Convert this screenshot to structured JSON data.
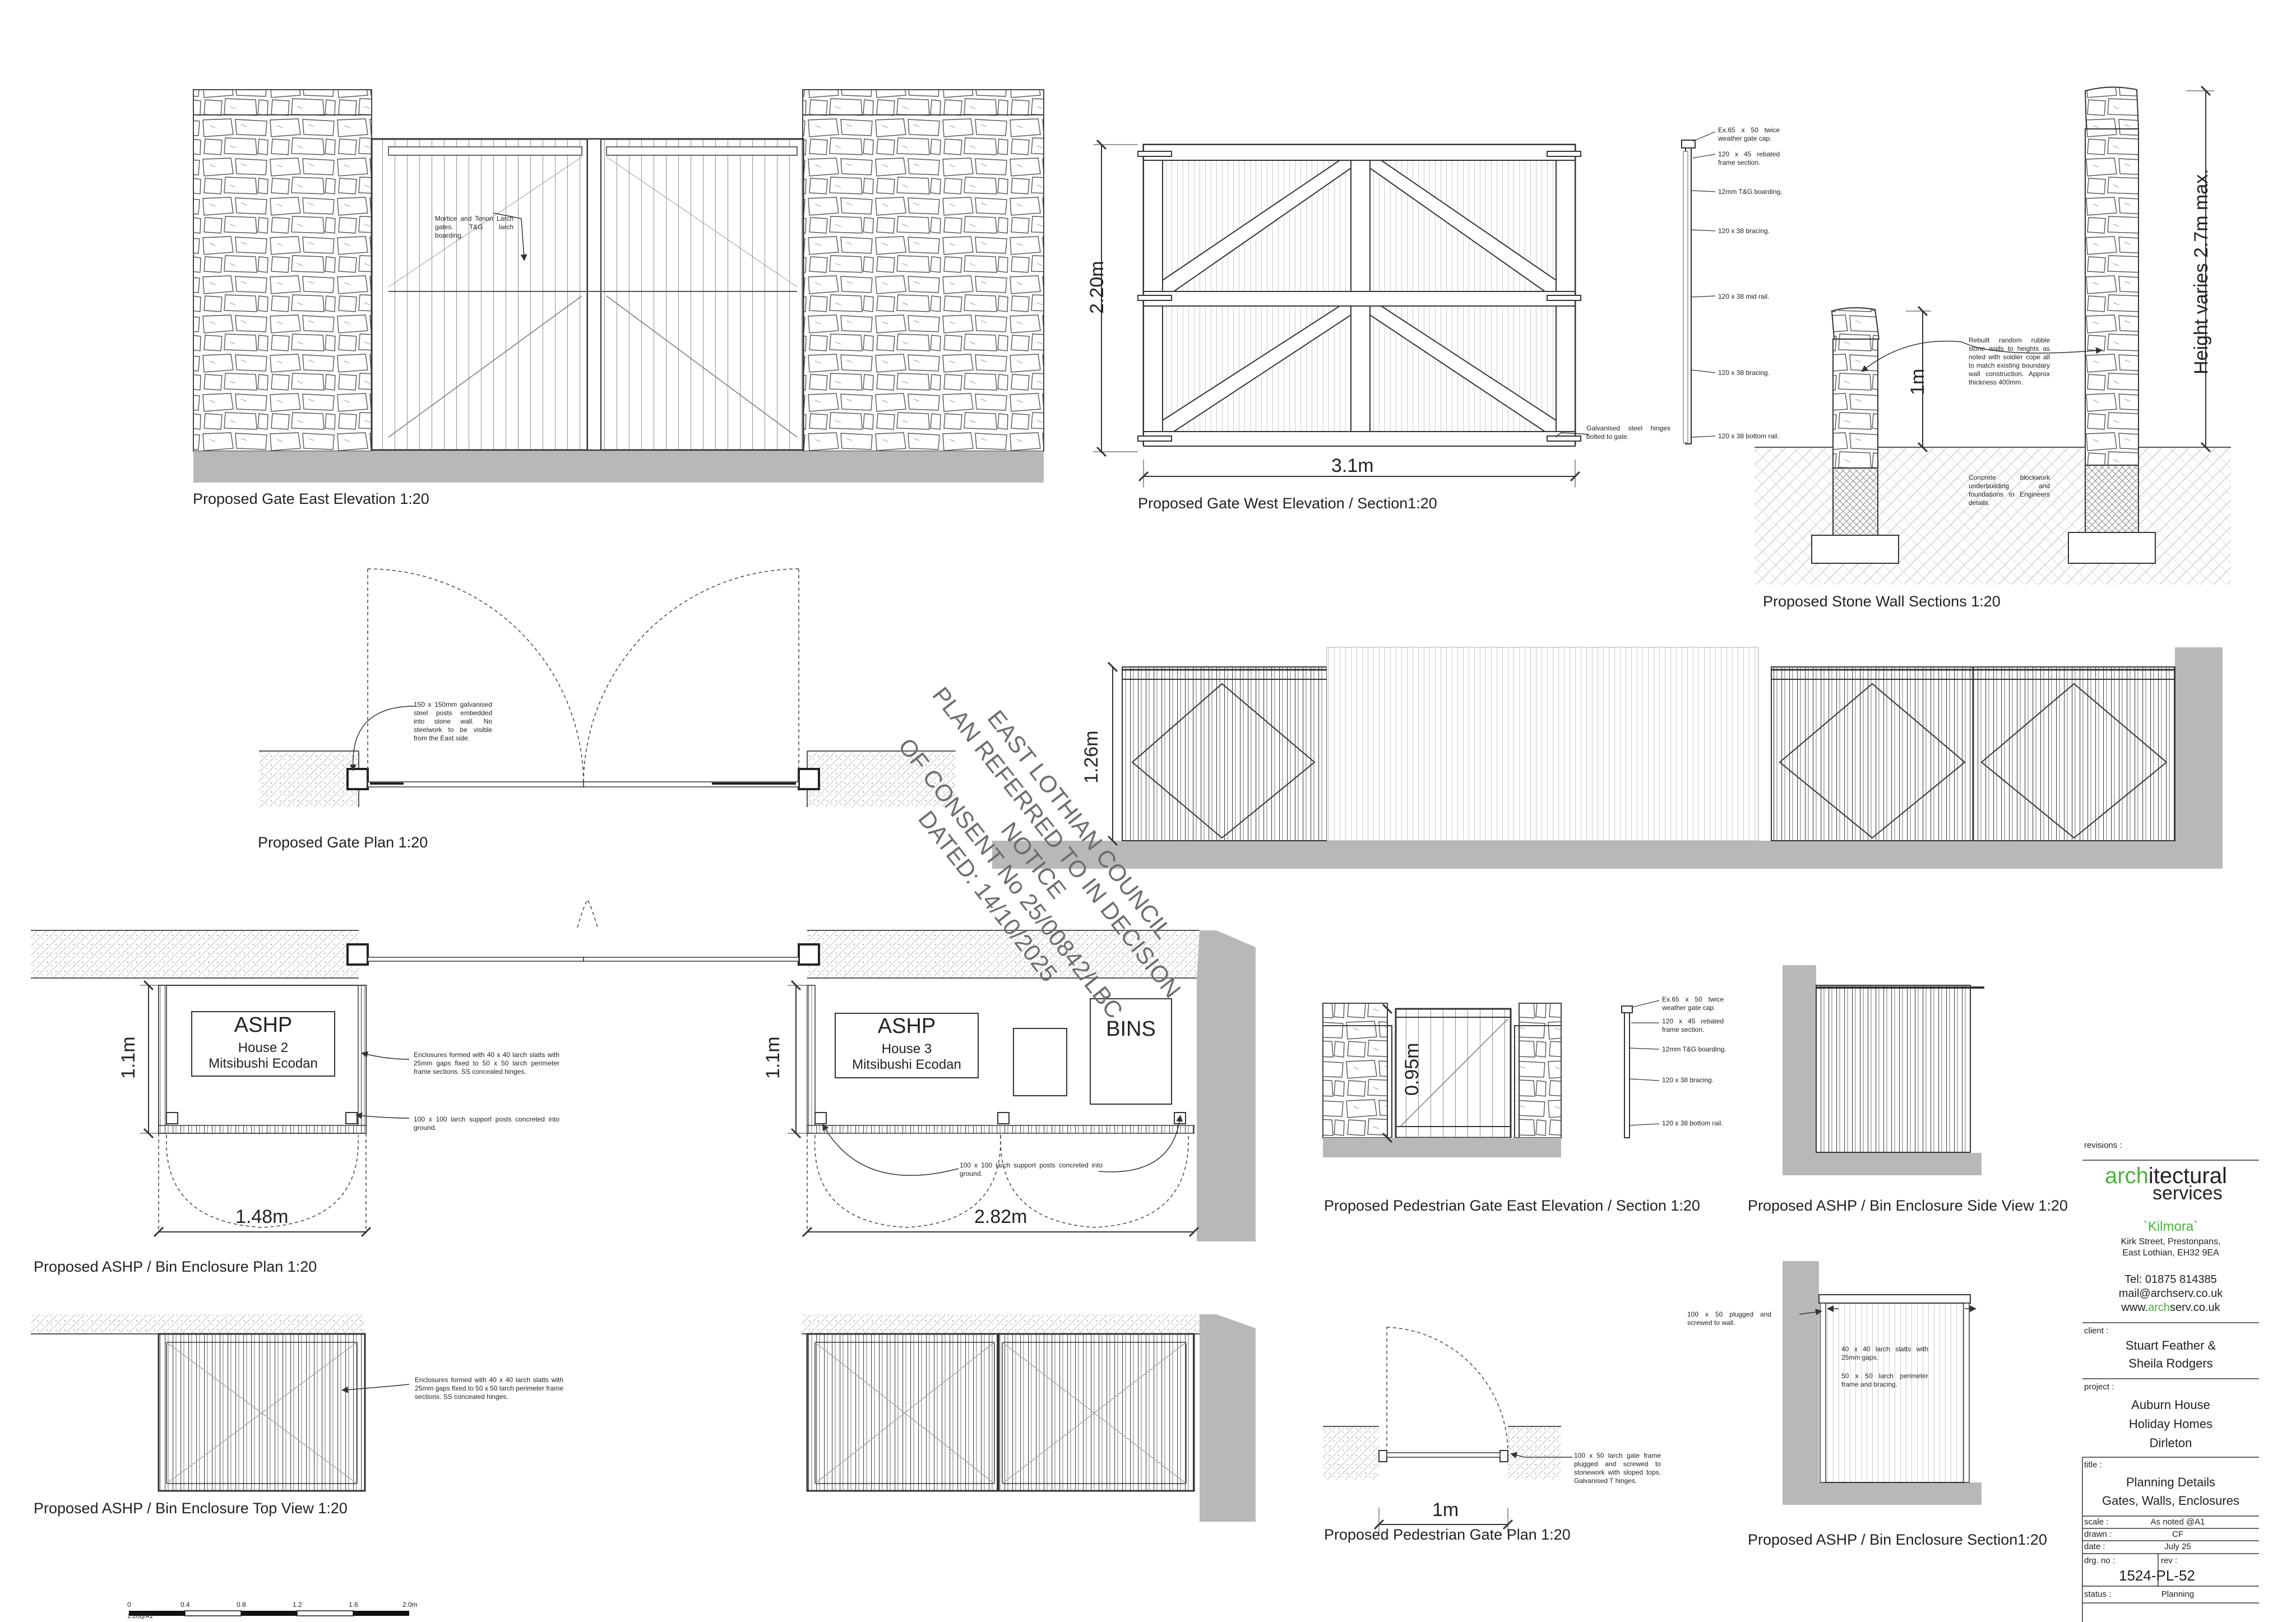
{
  "drawing_titles": {
    "gate_east_elevation": "Proposed Gate East Elevation 1:20",
    "gate_west_elevation": "Proposed Gate West Elevation / Section1:20",
    "stone_wall_sections": "Proposed Stone Wall Sections 1:20",
    "gate_plan": "Proposed Gate Plan 1:20",
    "ashp_plan": "Proposed ASHP / Bin Enclosure Plan 1:20",
    "ashp_top_view": "Proposed ASHP / Bin Enclosure Top View 1:20",
    "ped_gate_elevation": "Proposed Pedestrian Gate East Elevation / Section 1:20",
    "ped_gate_plan": "Proposed Pedestrian Gate Plan 1:20",
    "ashp_side_view": "Proposed ASHP / Bin Enclosure Side View 1:20",
    "ashp_section": "Proposed ASHP / Bin Enclosure Section1:20"
  },
  "dimensions": {
    "gate_height": "2.20m",
    "gate_width": "3.1m",
    "wall_low": "1m",
    "wall_high": "Height varies 2.7m max.",
    "fence_height": "1.26m",
    "ashp_left_depth": "1.1m",
    "ashp_right_depth": "1.1m",
    "ashp_left_width": "1.48m",
    "ashp_right_width": "2.82m",
    "ped_gate_height": "0.95m",
    "ped_gate_width": "1m"
  },
  "notes": {
    "mortice": "Mortice and Tenon Larch gates. T&G larch boarding.",
    "galv_hinges": "Galvanised steel hinges bolted to gate.",
    "cap": "Ex.65 x 50 twice weather gate cap.",
    "frame": "120 x 45 rebated frame section.",
    "boarding": "12mm T&G boarding.",
    "bracing1": "120 x 38 bracing.",
    "midrail": "120 x 38 mid rail.",
    "bracing2": "120 x 38 bracing.",
    "bottomrail": "120 x 38 bottom rail.",
    "rubble": "Rebuilt random rubble stone walls to heights as noted with soldier cope all to match existing boundary wall construction. Approx thickness 400mm.",
    "blockwork": "Concrete blockwork underbuilding and foundations to Engineers details.",
    "posts": "150 x 150mm galvanised steel posts embedded into stone wall. No steelwork to be visible from the East side.",
    "enclosure1": "Enclosures formed with 40 x 40 larch slatts with 25mm gaps fixed to 50 x 50 larch perimeter frame sections. SS concealed hinges.",
    "support1": "100 x 100 larch support posts concreted into ground.",
    "support2": "100 x 100 larch support posts concreted into ground.",
    "enclosure2": "Enclosures formed with 40 x 40 larch slatts with 25mm gaps fixed to 50 x 50 larch perimeter frame sections. SS concealed hinges.",
    "ped_cap": "Ex.65 x 50 twice weather gate cap.",
    "ped_frame": "120 x 45 rebated frame section.",
    "ped_boarding": "12mm T&G boarding.",
    "ped_bracing": "120 x 38 bracing.",
    "ped_bottom": "120 x 38 bottom rail.",
    "ped_plan": "100 x 50 larch gate frame plugged and screwed to stonework with sloped tops. Galvanised T hinges.",
    "sec_plugged": "100 x 50 plugged and screwed to wall.",
    "sec_slatts": "40 x 40 larch slatts with 25mm gaps.",
    "sec_perimeter": "50 x 50 larch perimeter frame and bracing."
  },
  "boxes": {
    "ashp_left_title": "ASHP",
    "ashp_left_house": "House 2",
    "ashp_left_model": "Mitsibushi Ecodan",
    "ashp_right_title": "ASHP",
    "ashp_right_house": "House 3",
    "ashp_right_model": "Mitsibushi Ecodan",
    "bins": "BINS"
  },
  "stamp": {
    "line1": "EAST LOTHIAN COUNCIL",
    "line2": "PLAN REFERRED TO IN DECISION NOTICE",
    "line3": "OF CONSENT No 25/00842/LBC",
    "line4": "DATED: 14/10/2025"
  },
  "scale_bar": {
    "ticks": [
      "0",
      "0.4",
      "0.8",
      "1.2",
      "1.6",
      "2.0m"
    ],
    "caption": "1:20@A1"
  },
  "title_block": {
    "revisions_label": "revisions :",
    "logo_arch": "arch",
    "logo_itectural": "itectural",
    "logo_services": "services",
    "kilmora": "`Kilmora`",
    "addr1": "Kirk Street, Prestonpans,",
    "addr2": "East Lothian, EH32 9EA",
    "tel": "Tel: 01875 814385",
    "mail": "mail@archserv.co.uk",
    "web_pre": "www.",
    "web_arch": "arch",
    "web_post": "serv.co.uk",
    "client_label": "client :",
    "client1": "Stuart Feather &",
    "client2": "Sheila Rodgers",
    "project_label": "project :",
    "project1": "Auburn House",
    "project2": "Holiday Homes",
    "project3": "Dirleton",
    "title_label": "title :",
    "title1": "Planning Details",
    "title2": "Gates, Walls, Enclosures",
    "scale_label": "scale :",
    "scale_val": "As noted @A1",
    "drawn_label": "drawn :",
    "drawn_val": "CF",
    "date_label": "date :",
    "date_val": "July 25",
    "drg_label": "drg. no :",
    "drg_val": "1524-PL-52",
    "rev_label": "rev :",
    "status_label": "status :",
    "status_val": "Planning"
  },
  "colors": {
    "logo_green": "#4caf3f",
    "ground_grey": "#b8b8b8",
    "line": "#333333"
  }
}
